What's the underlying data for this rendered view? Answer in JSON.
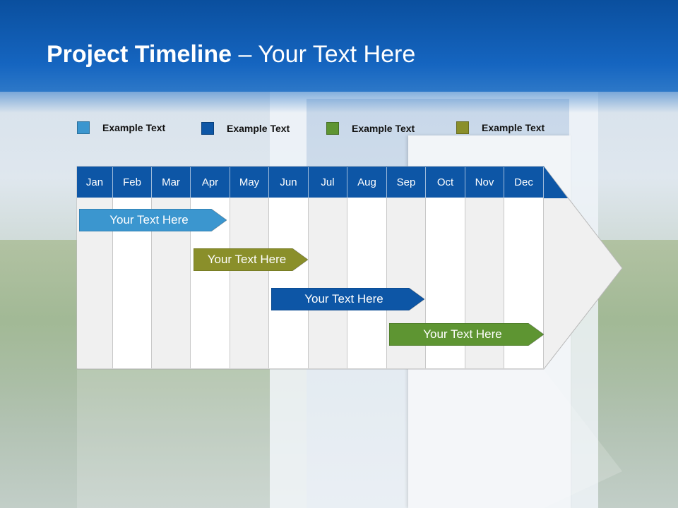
{
  "slide": {
    "title_bold": "Project Timeline",
    "title_rest": " – Your Text Here"
  },
  "legend": [
    {
      "label": "Example Text",
      "color": "#3b96cf"
    },
    {
      "label": "Example Text",
      "color": "#0d56a6"
    },
    {
      "label": "Example Text",
      "color": "#5e9532"
    },
    {
      "label": "Example Text",
      "color": "#8a8f2a"
    }
  ],
  "timeline": {
    "months": [
      "Jan",
      "Feb",
      "Mar",
      "Apr",
      "May",
      "Jun",
      "Jul",
      "Aug",
      "Sep",
      "Oct",
      "Nov",
      "Dec"
    ],
    "header_color": "#0d56a6",
    "tasks": [
      {
        "label": "Your  Text Here",
        "start": "Jan",
        "end": "Apr",
        "color": "#3b96cf"
      },
      {
        "label": "Your  Text Here",
        "start": "Apr",
        "end": "Jun",
        "color": "#8a8f2a"
      },
      {
        "label": "Your  Text Here",
        "start": "Jun",
        "end": "Sep",
        "color": "#0d56a6"
      },
      {
        "label": "Your  Text Here",
        "start": "Sep",
        "end": "Dec",
        "color": "#5e9532"
      }
    ]
  }
}
